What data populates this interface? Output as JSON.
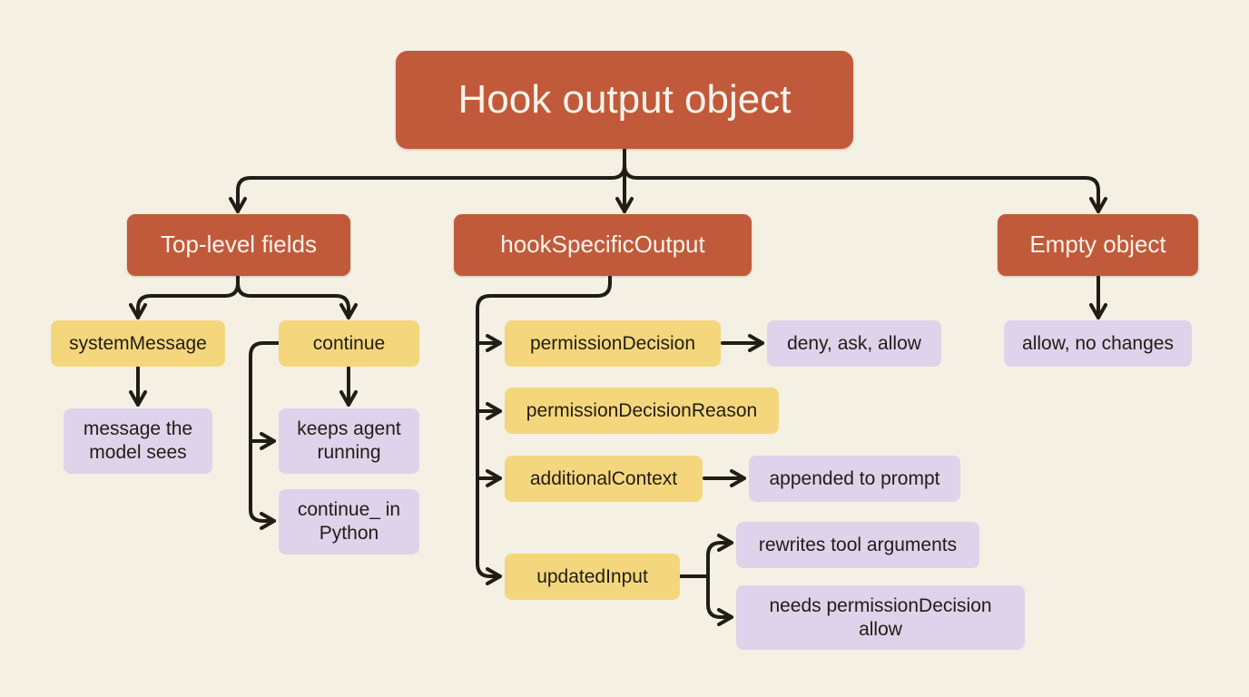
{
  "root": {
    "label": "Hook output object"
  },
  "categories": {
    "top_level": "Top-level fields",
    "hook_specific": "hookSpecificOutput",
    "empty": "Empty object"
  },
  "top_level": {
    "system_message": "systemMessage",
    "system_message_desc": "message the model sees",
    "continue": "continue",
    "continue_desc": "keeps agent running",
    "continue_python": "continue_ in Python"
  },
  "hook_specific": {
    "permission_decision": "permissionDecision",
    "permission_decision_values": "deny, ask, allow",
    "permission_decision_reason": "permissionDecisionReason",
    "additional_context": "additionalContext",
    "additional_context_desc": "appended to prompt",
    "updated_input": "updatedInput",
    "updated_input_desc_1": "rewrites tool arguments",
    "updated_input_desc_2": "needs permissionDecision allow"
  },
  "empty": {
    "desc": "allow, no changes"
  },
  "colors": {
    "background": "#f4f0e4",
    "category": "#c15a3a",
    "field": "#f4d77c",
    "description": "#ddd3ea",
    "connector": "#221c17"
  }
}
